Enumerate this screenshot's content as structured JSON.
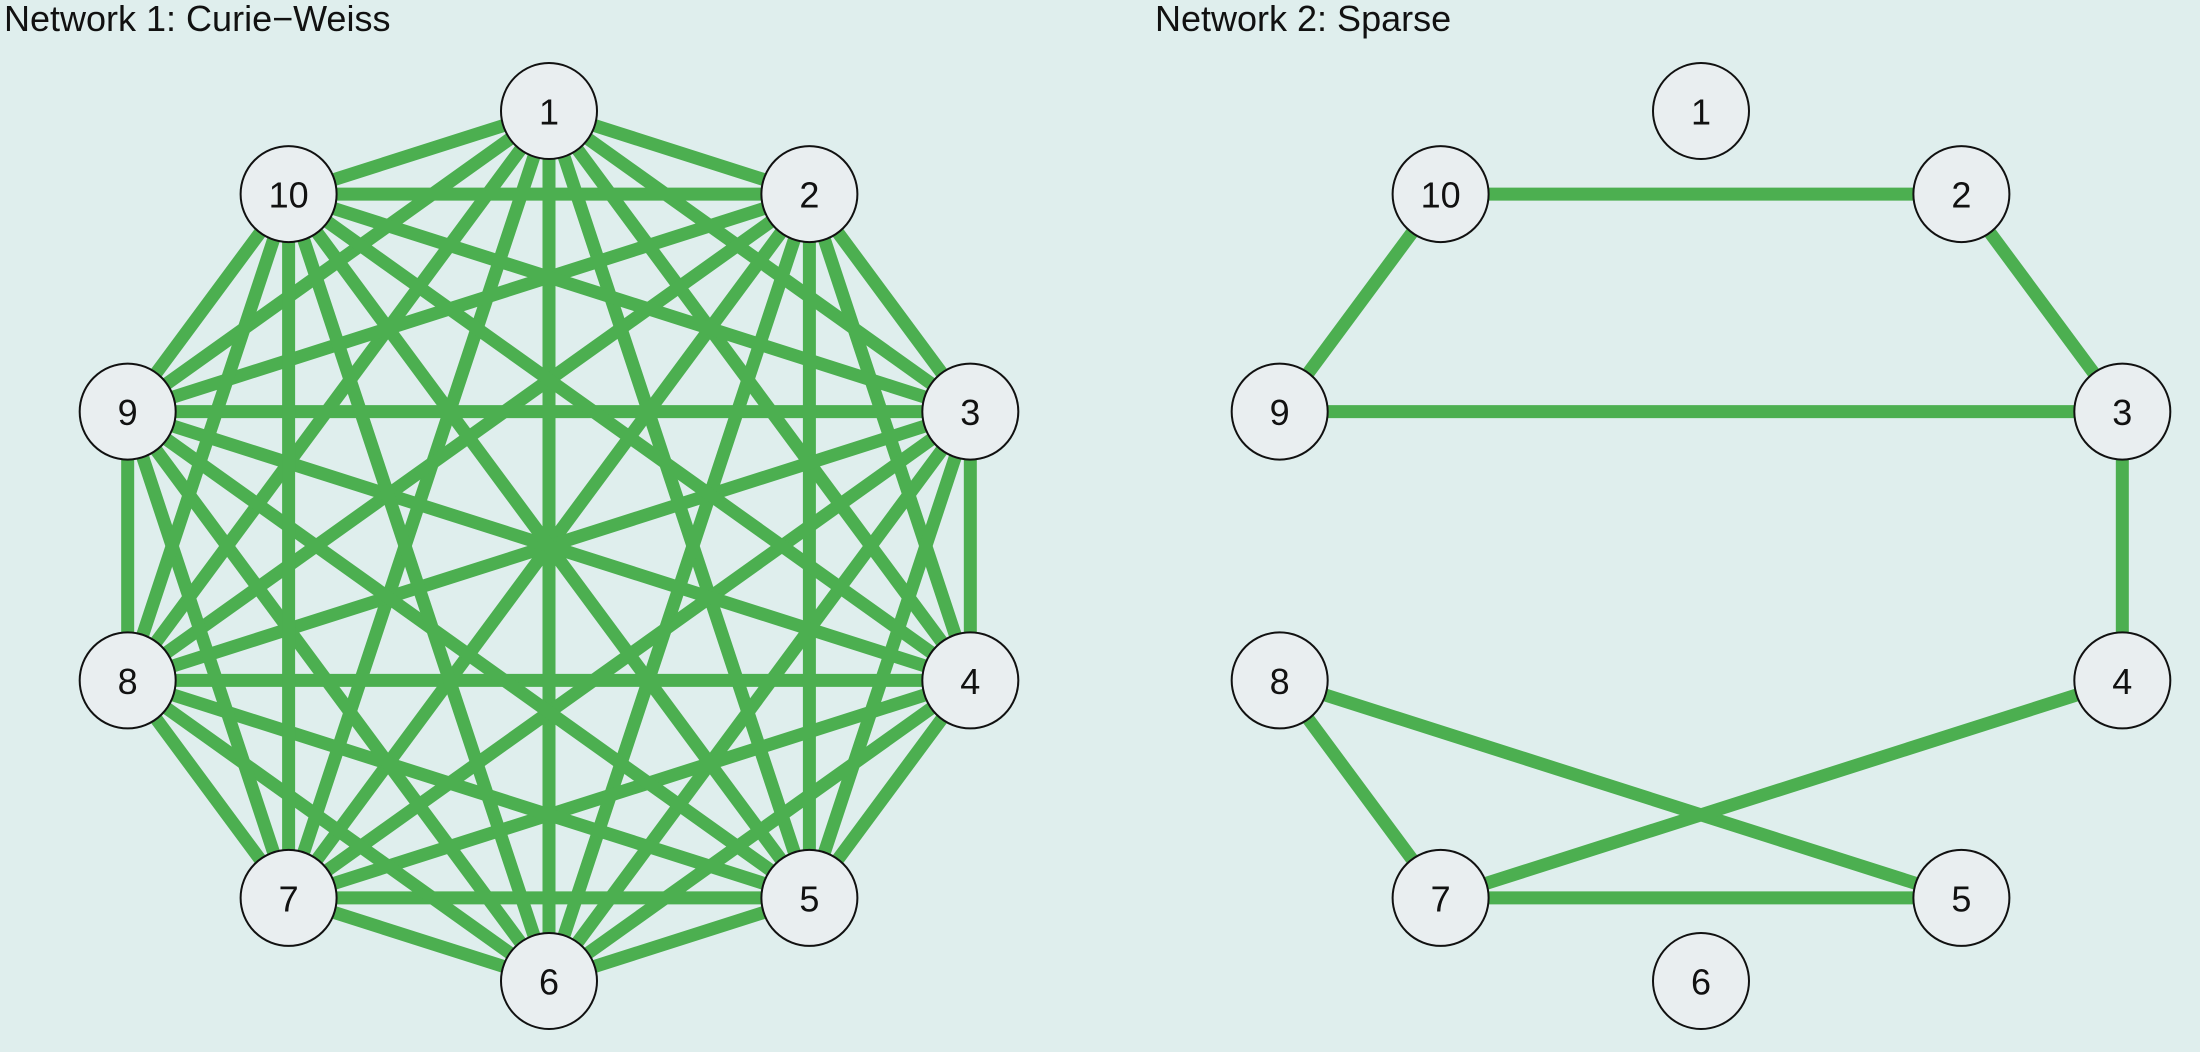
{
  "colors": {
    "background": "#dfeeed",
    "edge": "#4caf50",
    "node_fill": "#e9eef0",
    "node_stroke": "#111111"
  },
  "nodes": [
    "1",
    "2",
    "3",
    "4",
    "5",
    "6",
    "7",
    "8",
    "9",
    "10"
  ],
  "networks": [
    {
      "title": "Network 1: Curie−Weiss",
      "edges": "complete"
    },
    {
      "title": "Network 2: Sparse",
      "edges": [
        [
          10,
          2
        ],
        [
          10,
          9
        ],
        [
          2,
          3
        ],
        [
          9,
          3
        ],
        [
          3,
          4
        ],
        [
          8,
          7
        ],
        [
          8,
          5
        ],
        [
          4,
          7
        ],
        [
          7,
          5
        ]
      ]
    }
  ]
}
